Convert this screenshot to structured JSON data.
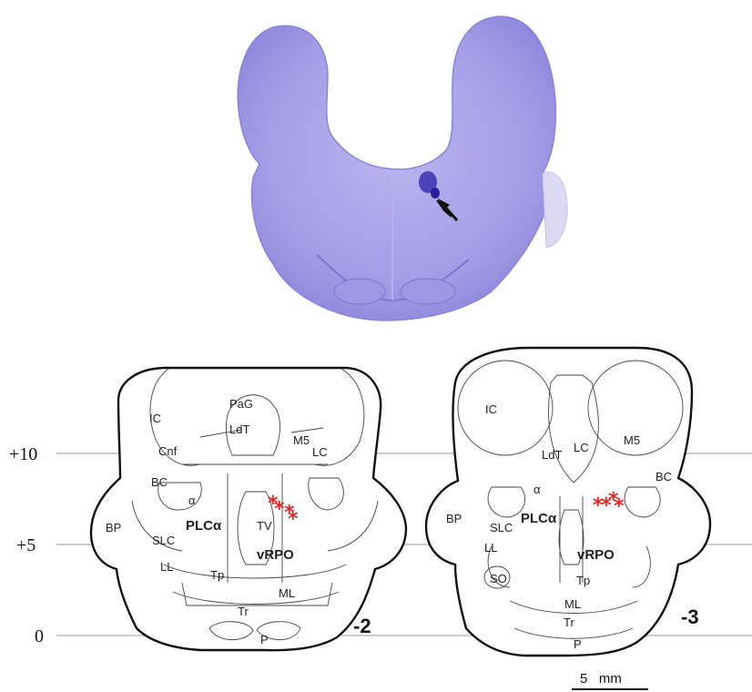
{
  "axis": {
    "ticks": [
      "+10",
      "+5",
      "0"
    ]
  },
  "scale_bar": {
    "label": "5   mm"
  },
  "left_section": {
    "level": "-2",
    "labels": {
      "IC": "IC",
      "PaG": "PaG",
      "LdT": "LdT",
      "Cnf": "Cnf",
      "M5": "M5",
      "LC": "LC",
      "BC": "BC",
      "alpha": "α",
      "BP": "BP",
      "PLCa": "PLCα",
      "SLC": "SLC",
      "TV": "TV",
      "vRPO": "vRPO",
      "LL": "LL",
      "Tp": "Tp",
      "ML": "ML",
      "Tr": "Tr",
      "P": "P"
    }
  },
  "right_section": {
    "level": "-3",
    "labels": {
      "IC": "IC",
      "LdT": "LdT",
      "LC": "LC",
      "M5": "M5",
      "BC": "BC",
      "alpha": "α",
      "BP": "BP",
      "SLC": "SLC",
      "PLCa": "PLCα",
      "vRPO": "vRPO",
      "LL": "LL",
      "SO": "SO",
      "Tp": "Tp",
      "ML": "ML",
      "Tr": "Tr",
      "P": "P"
    }
  },
  "markers": {
    "symbol": "*",
    "color": "#e0282a"
  },
  "colors": {
    "stain": "#8a83d8",
    "stain_dark": "#3a2fb0",
    "line": "#111111"
  }
}
